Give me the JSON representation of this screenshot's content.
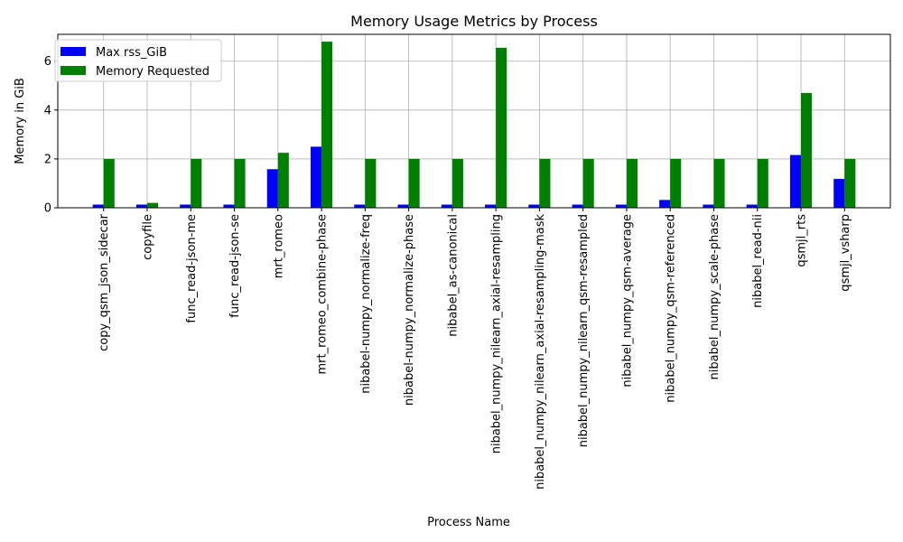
{
  "chart_data": {
    "type": "bar",
    "title": "Memory Usage Metrics by Process",
    "xlabel": "Process Name",
    "ylabel": "Memory in GiB",
    "ylim": [
      0,
      7.1
    ],
    "yticks": [
      0,
      2,
      4,
      6
    ],
    "grid": true,
    "legend_position": "upper-left",
    "categories": [
      "copy_qsm_json_sidecar",
      "copyfile",
      "func_read-json-me",
      "func_read-json-se",
      "mrt_romeo",
      "mrt_romeo_combine-phase",
      "nibabel-numpy_normalize-freq",
      "nibabel-numpy_normalize-phase",
      "nibabel_as-canonical",
      "nibabel_numpy_nilearn_axial-resampling",
      "nibabel_numpy_nilearn_axial-resampling-mask",
      "nibabel_numpy_nilearn_qsm-resampled",
      "nibabel_numpy_qsm-average",
      "nibabel_numpy_qsm-referenced",
      "nibabel_numpy_scale-phase",
      "nibabel_read-nii",
      "qsmjl_rts",
      "qsmjl_vsharp"
    ],
    "series": [
      {
        "name": "Max rss_GiB",
        "color": "#0000ff",
        "values": [
          0.13,
          0.13,
          0.13,
          0.13,
          1.58,
          2.5,
          0.13,
          0.13,
          0.13,
          0.13,
          0.13,
          0.13,
          0.13,
          0.32,
          0.13,
          0.13,
          2.16,
          1.18
        ]
      },
      {
        "name": "Memory Requested",
        "color": "#008000",
        "values": [
          2.0,
          0.2,
          2.0,
          2.0,
          2.25,
          6.8,
          2.0,
          2.0,
          2.0,
          6.55,
          2.0,
          2.0,
          2.0,
          2.0,
          2.0,
          2.0,
          4.7,
          2.0
        ]
      }
    ]
  }
}
